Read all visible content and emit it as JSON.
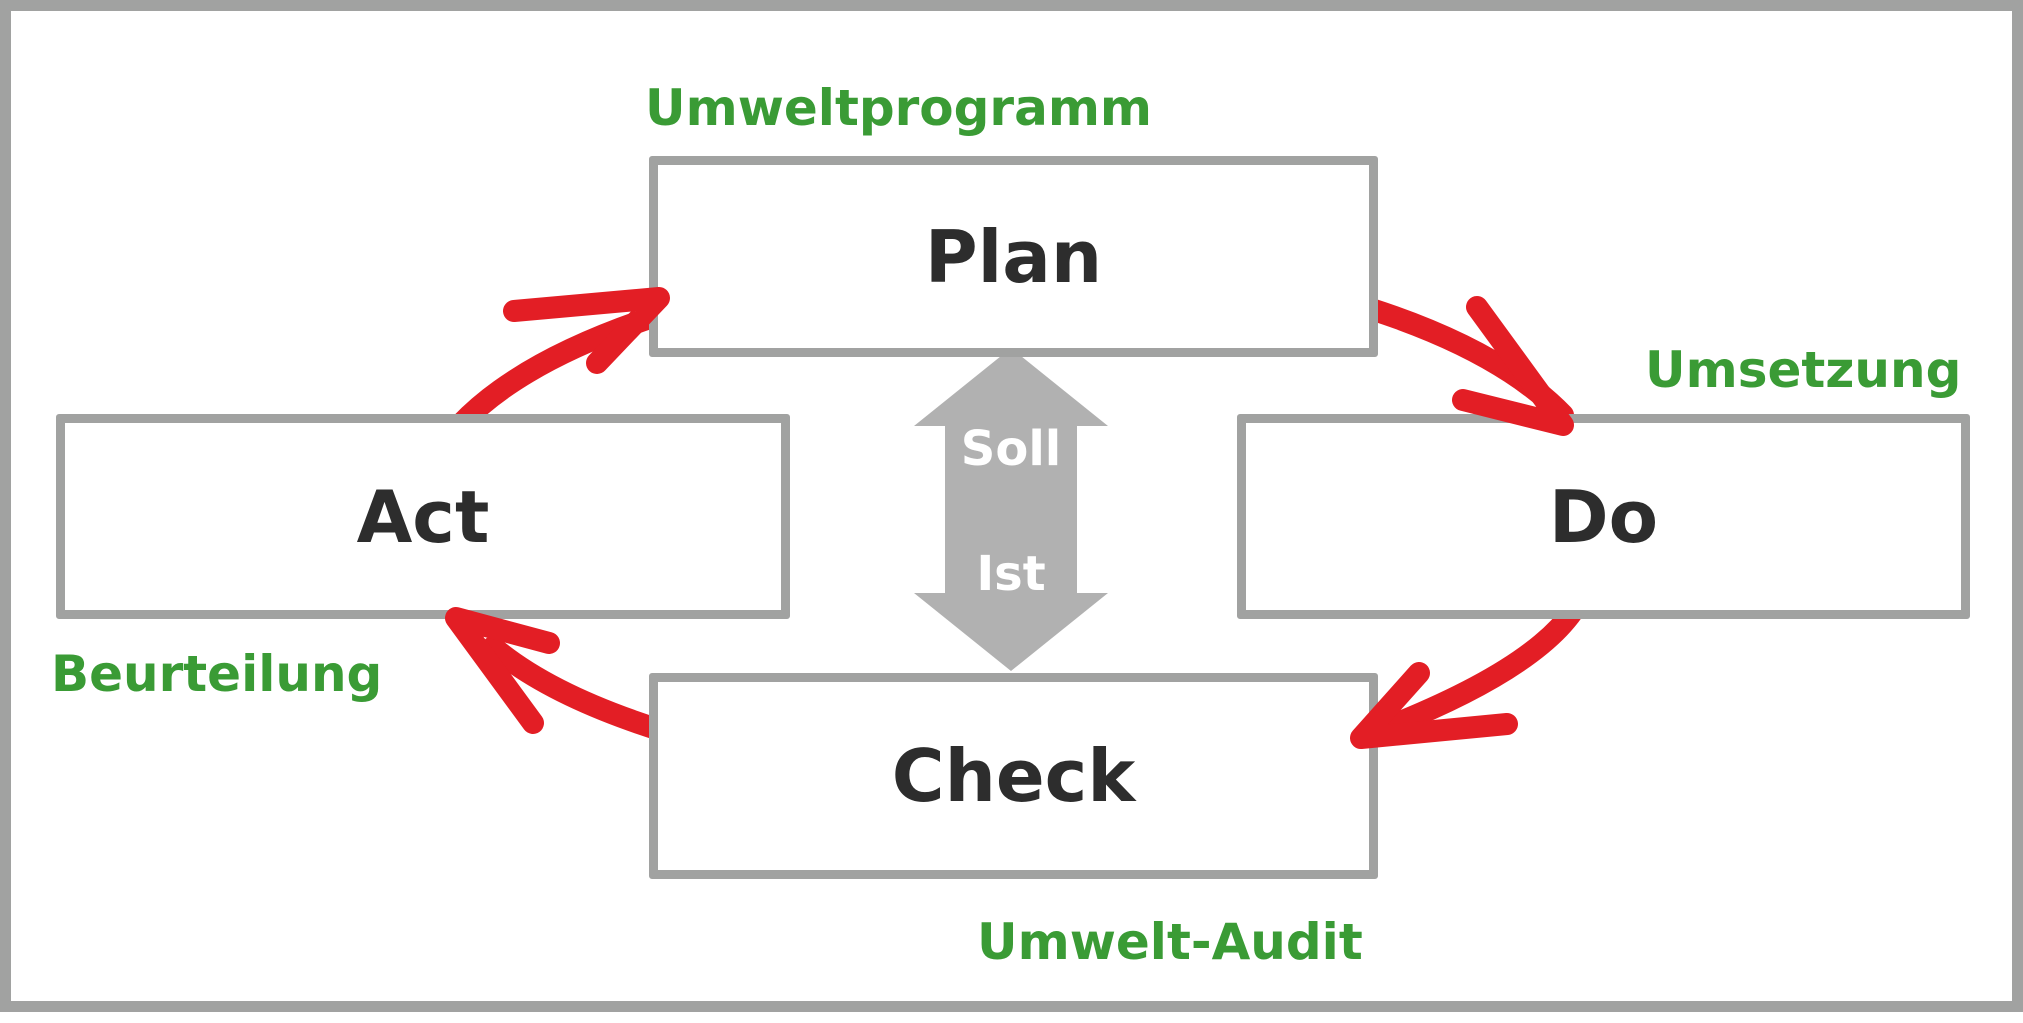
{
  "boxes": {
    "plan": "Plan",
    "do": "Do",
    "check": "Check",
    "act": "Act"
  },
  "labels": {
    "plan": "Umweltprogramm",
    "do": "Umsetzung",
    "check": "Umwelt-Audit",
    "act": "Beurteilung"
  },
  "center_arrow": {
    "top": "Soll",
    "bottom": "Ist"
  },
  "colors": {
    "frame": "#a1a2a1",
    "arrow": "#e31e25",
    "label": "#3a9b35",
    "text": "#2d2d2d",
    "center_arrow": "#b1b1b1"
  }
}
